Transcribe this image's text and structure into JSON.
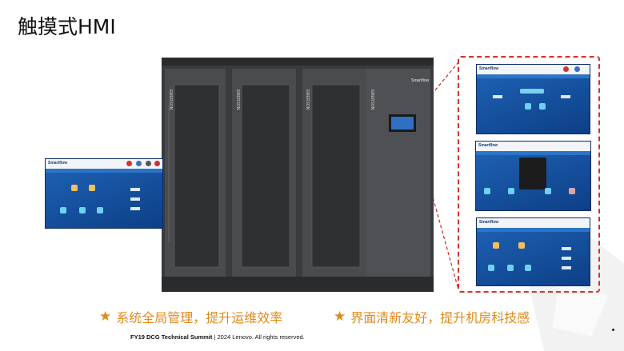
{
  "title": "触摸式HMI",
  "features": [
    {
      "icon": "star-icon",
      "star": "★",
      "text": "系统全局管理，提升运维效率"
    },
    {
      "icon": "star-icon",
      "star": "★",
      "text": "界面清新友好，提升机房科技感"
    }
  ],
  "footer": {
    "event": "FY19 DCG Technical Summit",
    "separator": " | ",
    "copyright": "2024 Lenovo. All rights reserved."
  },
  "rack": {
    "vendor_label": "EMERSON",
    "brand_label": "Smartflow"
  },
  "screens": {
    "brand": "Smartflow"
  },
  "colors": {
    "accent_orange": "#e08a1b",
    "dashed_frame": "#d8322a",
    "screen_blue": "#1f64b8"
  }
}
